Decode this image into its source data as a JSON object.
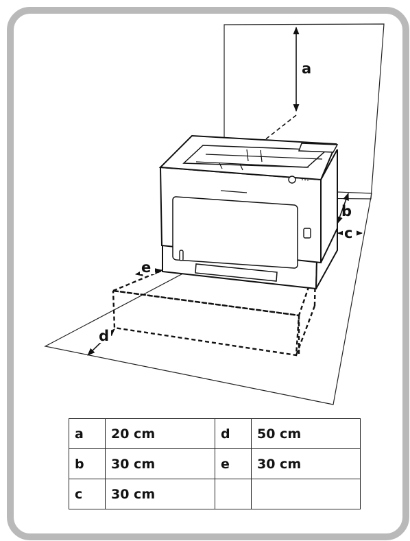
{
  "callouts": {
    "a": "a",
    "b": "b",
    "c": "c",
    "d": "d",
    "e": "e"
  },
  "clearance_table": {
    "rows": [
      {
        "k1": "a",
        "v1": "20 cm",
        "k2": "d",
        "v2": "50 cm"
      },
      {
        "k1": "b",
        "v1": "30 cm",
        "k2": "e",
        "v2": "30 cm"
      },
      {
        "k1": "c",
        "v1": "30 cm",
        "k2": "",
        "v2": ""
      }
    ]
  },
  "colors": {
    "frame": "#b9b9b9",
    "ink": "#111111"
  }
}
